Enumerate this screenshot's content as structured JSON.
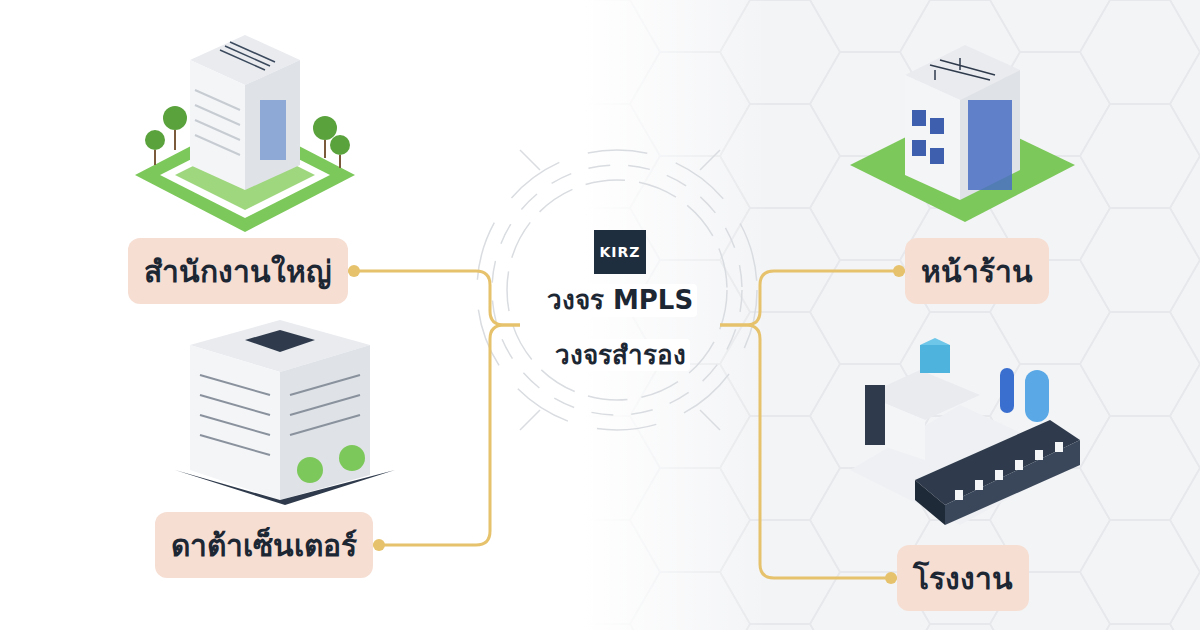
{
  "diagram": {
    "nodes": [
      {
        "text": [
          "สำนักงานใหญ่"
        ]
      },
      {
        "text": [
          "ดาต้าเซ็นเตอร์"
        ]
      },
      {
        "text": [
          "KIRZ",
          "วงจร MPLS",
          "วงจรสำรอง"
        ]
      },
      {
        "text": [
          "หน้าร้าน"
        ]
      },
      {
        "text": [
          "โรงงาน"
        ]
      }
    ],
    "edges": [
      {
        "from": 0,
        "to": 2,
        "arrow": "none"
      },
      {
        "from": 1,
        "to": 2,
        "arrow": "none"
      },
      {
        "from": 2,
        "to": 3,
        "arrow": "none"
      },
      {
        "from": 2,
        "to": 4,
        "arrow": "none"
      }
    ]
  }
}
